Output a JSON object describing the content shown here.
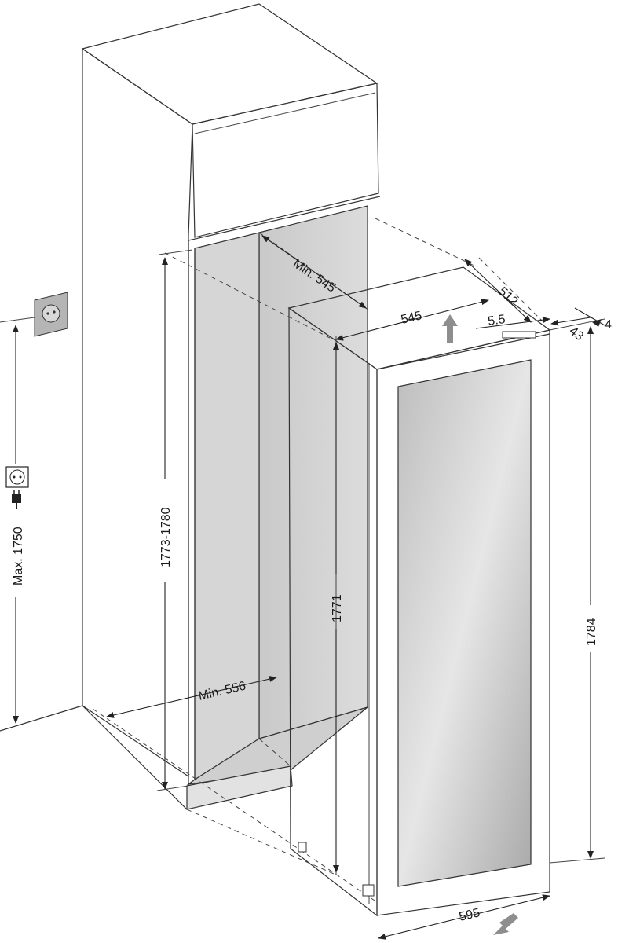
{
  "dimensions": {
    "niche_depth": "Min. 545",
    "niche_height": "1773-1780",
    "niche_width": "Min. 556",
    "socket_height": "Max. 1750",
    "appliance_depth": "545",
    "appliance_total_depth": "512",
    "door_gap": "5.5",
    "edge_4": "4",
    "edge_43": "43",
    "body_height": "1771",
    "total_height": "1784",
    "width": "595"
  },
  "colors": {
    "outline": "#333333",
    "niche_fill": "#d4d4d4",
    "cabinet_fill": "#ffffff",
    "socket_fill": "#b5b5b5",
    "arrow_fill": "#8e8e8e"
  },
  "icons": [
    "wall-socket-icon",
    "socket-symbol-icon",
    "plug-icon",
    "airflow-arrow-icon"
  ]
}
